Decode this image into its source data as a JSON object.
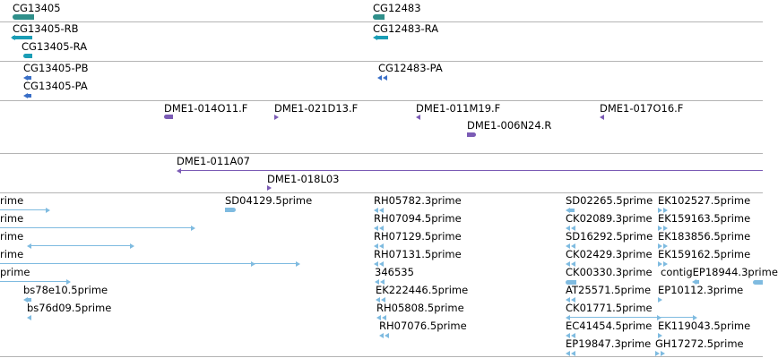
{
  "colors": {
    "gene": "#2f8f8a",
    "transcript_rb": "#1a9db5",
    "transcript_p": "#3a6fc7",
    "clone": "#7b5bb5",
    "est": "#7fbbe0",
    "separator": "#b4b4b4"
  },
  "genes_track": {
    "labels": [
      "CG13405",
      "CG12483"
    ]
  },
  "transcripts_track": {
    "labels": [
      "CG13405-RB",
      "CG13405-RA",
      "CG12483-RA"
    ]
  },
  "proteins_track": {
    "labels": [
      "CG13405-PB",
      "CG13405-PA",
      "CG12483-PA"
    ]
  },
  "clones_track": {
    "labels": [
      "DME1-014O11.F",
      "DME1-021D13.F",
      "DME1-011M19.F",
      "DME1-017O16.F",
      "DME1-006N24.R"
    ]
  },
  "bac_track": {
    "labels": [
      "DME1-011A07",
      "DME1-018L03"
    ]
  },
  "est_track": {
    "left_labels": [
      "rime",
      "rime",
      "rime",
      "rime",
      "prime",
      "bs78e10.5prime",
      "bs76d09.5prime"
    ],
    "middle_labels": [
      "SD04129.5prime"
    ],
    "center_labels": [
      "RH05782.3prime",
      "RH07094.5prime",
      "RH07129.5prime",
      "RH07131.5prime",
      "346535",
      "EK222446.5prime",
      "RH05808.5prime",
      "RH07076.5prime"
    ],
    "right_labels": [
      "SD02265.5prime",
      "CK02089.3prime",
      "SD16292.5prime",
      "CK02429.3prime",
      "CK00330.3prime",
      "AT25571.5prime",
      "CK01771.5prime",
      "EC41454.5prime",
      "EP19847.3prime"
    ],
    "far_right_labels": [
      "EK102527.5prime",
      "EK159163.5prime",
      "EK183856.5prime",
      "EK159162.5prime",
      "contigEP18944.3prime",
      "EP10112.3prime",
      "EK119043.5prime",
      "GH17272.5prime"
    ]
  }
}
